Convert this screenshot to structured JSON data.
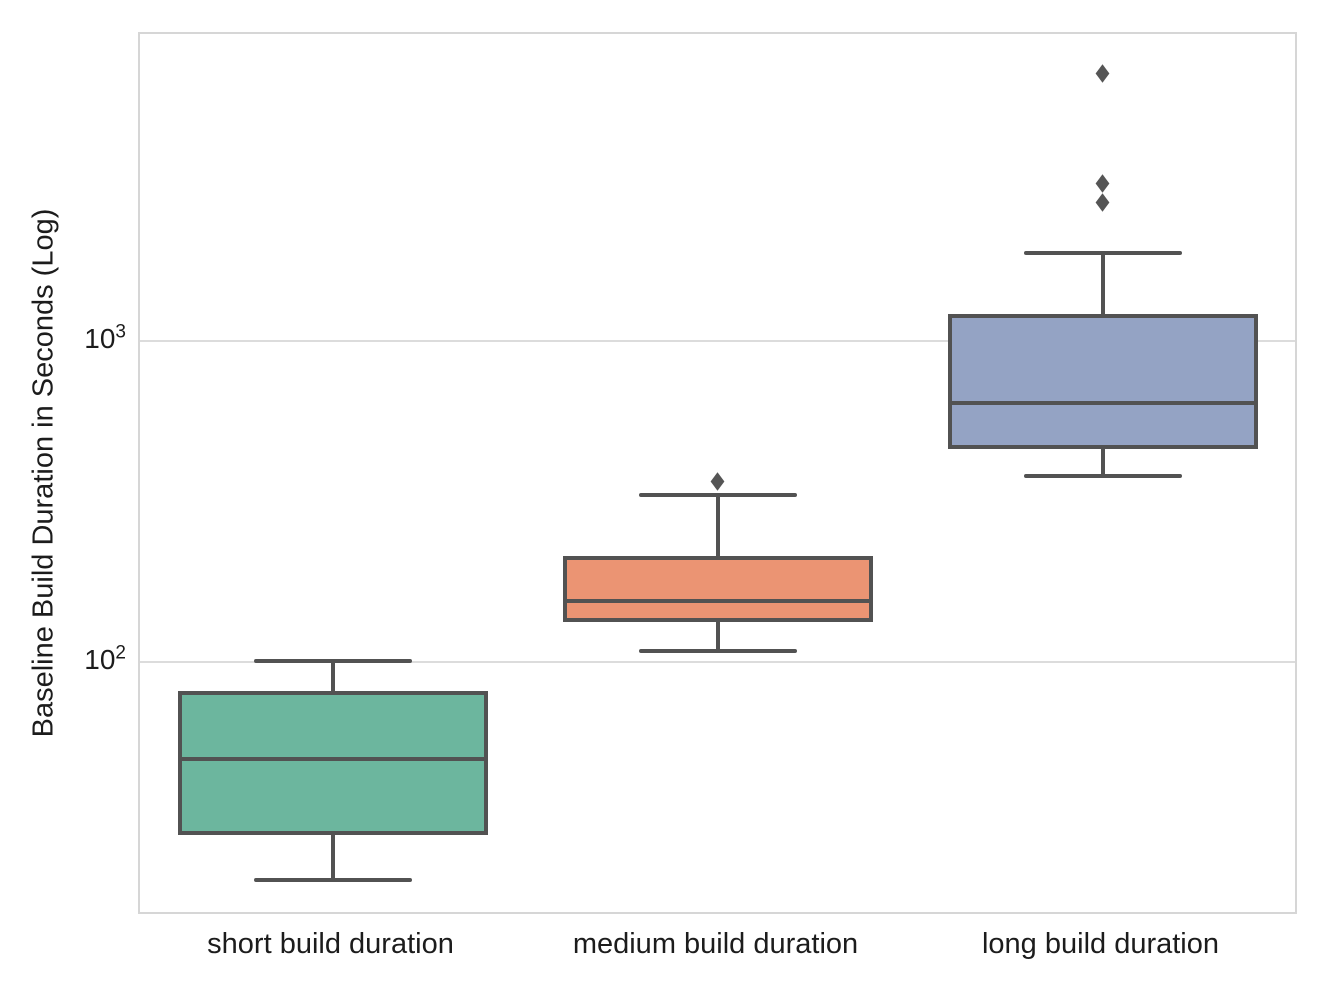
{
  "chart_data": {
    "type": "box",
    "title": "",
    "xlabel": "",
    "ylabel": "Baseline Build Duration in Seconds (Log)",
    "yscale": "log",
    "ylim": [
      16,
      9000
    ],
    "grid": "horizontal",
    "legend": "none",
    "yticks": [
      {
        "value": 1000,
        "base": "10",
        "exponent": "3"
      },
      {
        "value": 100,
        "base": "10",
        "exponent": "2"
      }
    ],
    "categories": [
      "short build duration",
      "medium build duration",
      "long build duration"
    ],
    "boxes": [
      {
        "category": "short build duration",
        "color": "#6cb69e",
        "whisker_low": 21,
        "q1": 29,
        "median": 50,
        "q3": 81,
        "whisker_high": 101,
        "outliers": []
      },
      {
        "category": "medium build duration",
        "color": "#eb9473",
        "whisker_low": 108,
        "q1": 133,
        "median": 155,
        "q3": 214,
        "whisker_high": 331,
        "outliers": [
          365
        ]
      },
      {
        "category": "long build duration",
        "color": "#94a3c4",
        "whisker_low": 380,
        "q1": 460,
        "median": 640,
        "q3": 1210,
        "whisker_high": 1880,
        "outliers": [
          2700,
          3100,
          6800
        ]
      }
    ],
    "line_color": "#525252",
    "outlier_color": "#555555",
    "grid_color": "#dcdcdc",
    "axis_border_color": "#d6d6d6",
    "text_color": "#1c1c1c",
    "background_color": "#ffffff"
  }
}
